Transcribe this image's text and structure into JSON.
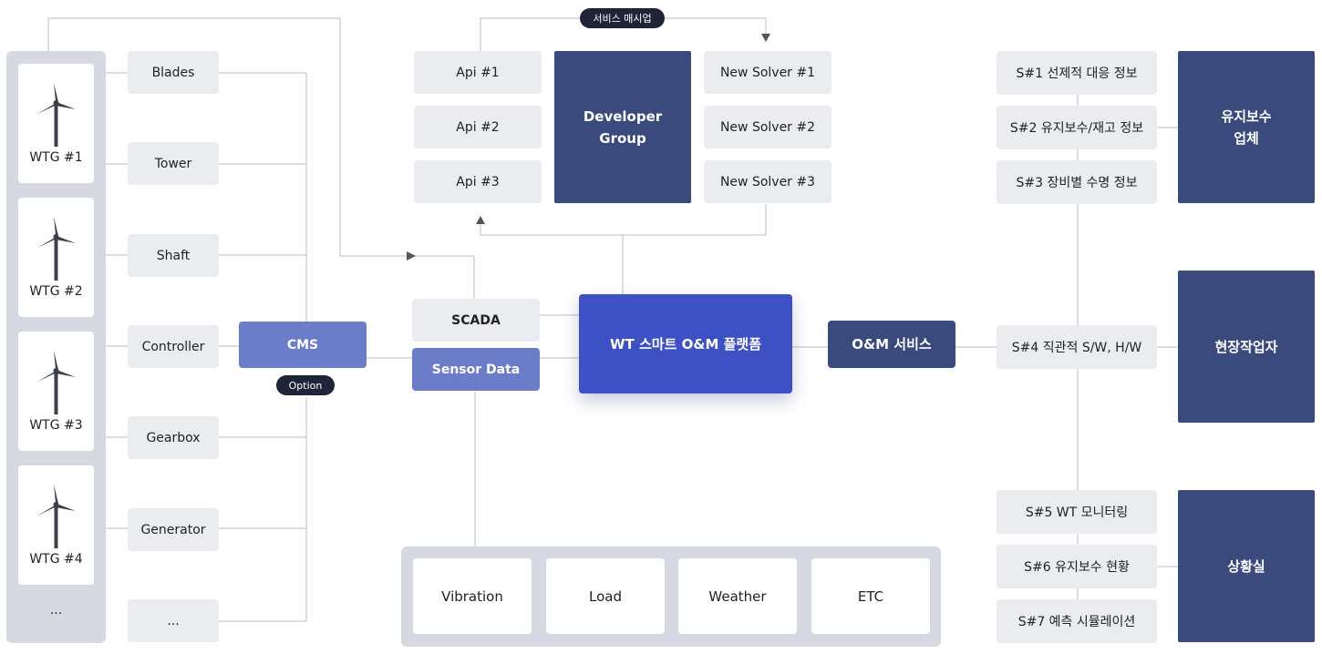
{
  "turbines": {
    "items": [
      "WTG #1",
      "WTG #2",
      "WTG #3",
      "WTG #4"
    ],
    "more": "..."
  },
  "components": [
    "Blades",
    "Tower",
    "Shaft",
    "Controller",
    "Gearbox",
    "Generator",
    "..."
  ],
  "cms": {
    "label": "CMS",
    "option": "Option"
  },
  "scada": "SCADA",
  "sensor_data": "Sensor Data",
  "apis": [
    "Api #1",
    "Api #2",
    "Api #3"
  ],
  "developer_group": "Developer\nGroup",
  "solvers": [
    "New Solver #1",
    "New Solver #2",
    "New Solver #3"
  ],
  "service_pill": "서비스 매시업",
  "platform": "WT 스마트 O&M 플랫폼",
  "om_service": "O&M 서비스",
  "sensor_types": [
    "Vibration",
    "Load",
    "Weather",
    "ETC"
  ],
  "services": [
    "S#1 선제적 대응 정보",
    "S#2 유지보수/재고 정보",
    "S#3 장비별 수명 정보",
    "S#4 직관적 S/W, H/W",
    "S#5 WT 모니터링",
    "S#6 유지보수 현황",
    "S#7 예측 시뮬레이션"
  ],
  "targets": [
    "유지보수\n업체",
    "현장작업자",
    "상황실"
  ],
  "colors": {
    "navy": "#3b4a7c",
    "platform_blue": "#3d50c4",
    "mid_blue": "#6b7cc8",
    "gray_box": "#ebecef",
    "panel": "#d6d9e1",
    "line": "#b9bcc4"
  }
}
